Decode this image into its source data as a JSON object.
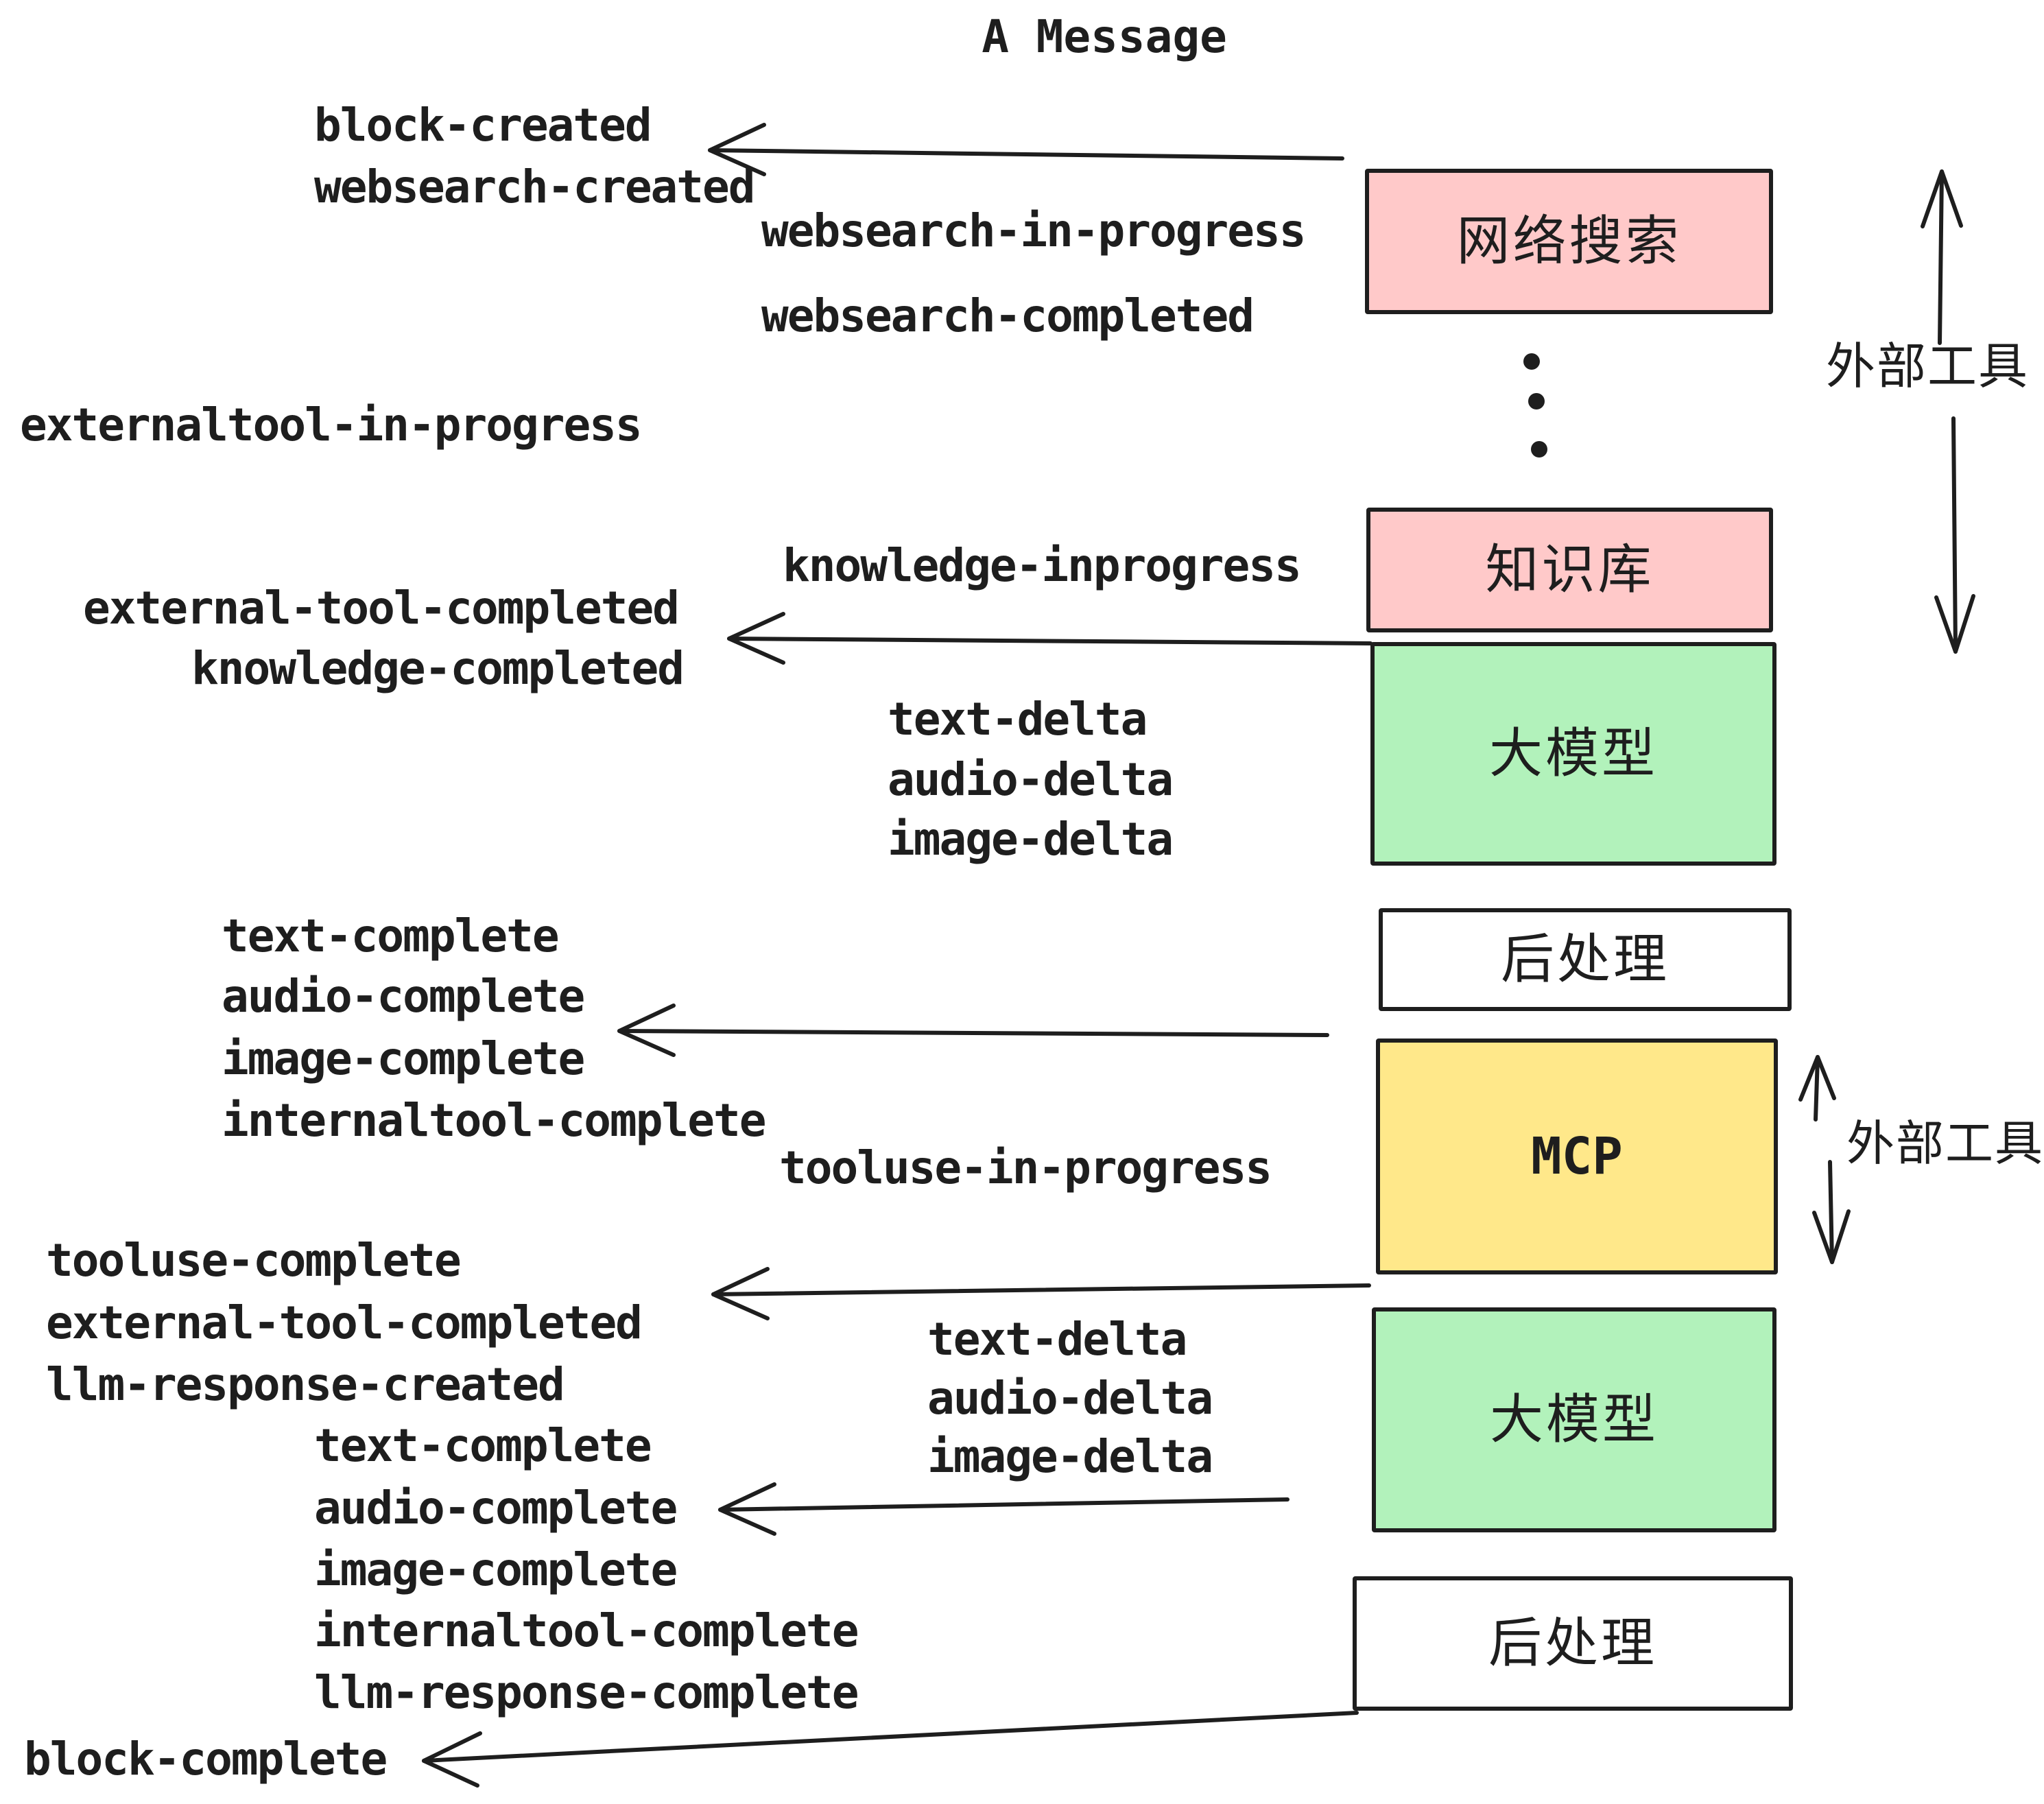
{
  "title": "A Message",
  "colors": {
    "ink": "#1e1e1e",
    "background": "#ffffff",
    "external_tool_box": "#ffc9c9",
    "llm_box": "#b2f2bb",
    "mcp_box": "#ffe88a",
    "post_box": "#ffffff"
  },
  "events": {
    "block_created": "block-created",
    "websearch_created": "websearch-created",
    "websearch_in_progress": "websearch-in-progress",
    "websearch_completed": "websearch-completed",
    "externaltool_in_progress": "externaltool-in-progress",
    "knowledge_inprogress": "knowledge-inprogress",
    "external_tool_completed_1": "external-tool-completed",
    "knowledge_completed": "knowledge-completed",
    "text_delta_1": "text-delta",
    "audio_delta_1": "audio-delta",
    "image_delta_1": "image-delta",
    "text_complete_1": "text-complete",
    "audio_complete_1": "audio-complete",
    "image_complete_1": "image-complete",
    "internaltool_complete_1": "internaltool-complete",
    "tooluse_in_progress": "tooluse-in-progress",
    "tooluse_complete": "tooluse-complete",
    "external_tool_completed_2": "external-tool-completed",
    "llm_response_created": "llm-response-created",
    "text_complete_2": "text-complete",
    "audio_complete_2": "audio-complete",
    "image_complete_2": "image-complete",
    "internaltool_complete_2": "internaltool-complete",
    "llm_response_complete": "llm-response-complete",
    "block_complete": "block-complete",
    "text_delta_2": "text-delta",
    "audio_delta_2": "audio-delta",
    "image_delta_2": "image-delta"
  },
  "boxes": {
    "websearch": {
      "label": "网络搜索",
      "color": "#ffc9c9"
    },
    "knowledge": {
      "label": "知识库",
      "color": "#ffc9c9"
    },
    "llm_1": {
      "label": "大模型",
      "color": "#b2f2bb"
    },
    "post_1": {
      "label": "后处理",
      "color": "#ffffff"
    },
    "mcp": {
      "label": "MCP",
      "color": "#ffe88a"
    },
    "llm_2": {
      "label": "大模型",
      "color": "#b2f2bb"
    },
    "post_2": {
      "label": "后处理",
      "color": "#ffffff"
    }
  },
  "annotations": {
    "external_tools_1": "外部工具",
    "external_tools_2": "外部工具"
  }
}
